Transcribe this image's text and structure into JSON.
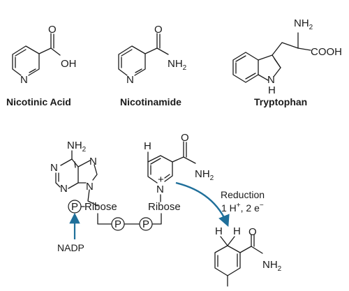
{
  "compounds": {
    "nicotinic_acid": {
      "name": "Nicotinic Acid",
      "n": "N",
      "o": "O",
      "oh": "OH"
    },
    "nicotinamide": {
      "name": "Nicotinamide",
      "n": "N",
      "o": "O",
      "nh": "NH",
      "sub2": "2"
    },
    "tryptophan": {
      "name": "Tryptophan",
      "nh2": "NH",
      "sub2": "2",
      "cooh": "COOH",
      "n": "N",
      "h": "H"
    }
  },
  "nadp": {
    "adenine": {
      "nh": "NH",
      "sub2": "2",
      "n_top": "N",
      "n_left": "N",
      "n_right": "N",
      "n_bottom": "N"
    },
    "nicotinamide_ring": {
      "h": "H",
      "o": "O",
      "plus": "+",
      "n": "N",
      "nh": "NH",
      "sub2": "2"
    },
    "phosphate_label": "P",
    "ribose_left": "Ribose",
    "ribose_right": "Ribose",
    "nadp_label": "NADP",
    "reduction_title": "Reduction",
    "reduction_detail": {
      "prefix": "1 H",
      "h_sup": "+",
      "middle": ", 2 e",
      "e_sup": "−"
    },
    "reduced_ring": {
      "h_left": "H",
      "h_right": "H",
      "o": "O",
      "nh": "NH",
      "sub2": "2"
    }
  },
  "colors": {
    "arrow": "#1f6f9a",
    "ink": "#1a1a1a"
  }
}
